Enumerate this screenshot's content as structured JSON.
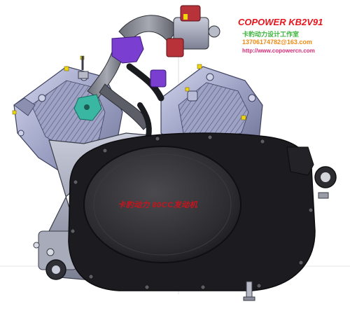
{
  "image": {
    "subject": "v-twin-engine-cad-render",
    "annotations": {
      "model_title": "COPOWER KB2V91",
      "studio_name": "卡豹动力设计工作室",
      "email": "13706174782@163.com",
      "website": "http://www.copowercn.com",
      "cover_text": "卡豹动力 80CC发动机"
    },
    "colors": {
      "title": "#e8141c",
      "studio": "#3cb43c",
      "email": "#f08a14",
      "website": "#d72a78",
      "cover_text": "#c8141c",
      "cover": "#2b2b2e",
      "cylinder": "#b4b8d6",
      "accent_purple": "#7a3fd1",
      "accent_teal": "#39b7a3",
      "accent_red": "#b8323a",
      "accent_yellow": "#f1d60f"
    }
  }
}
